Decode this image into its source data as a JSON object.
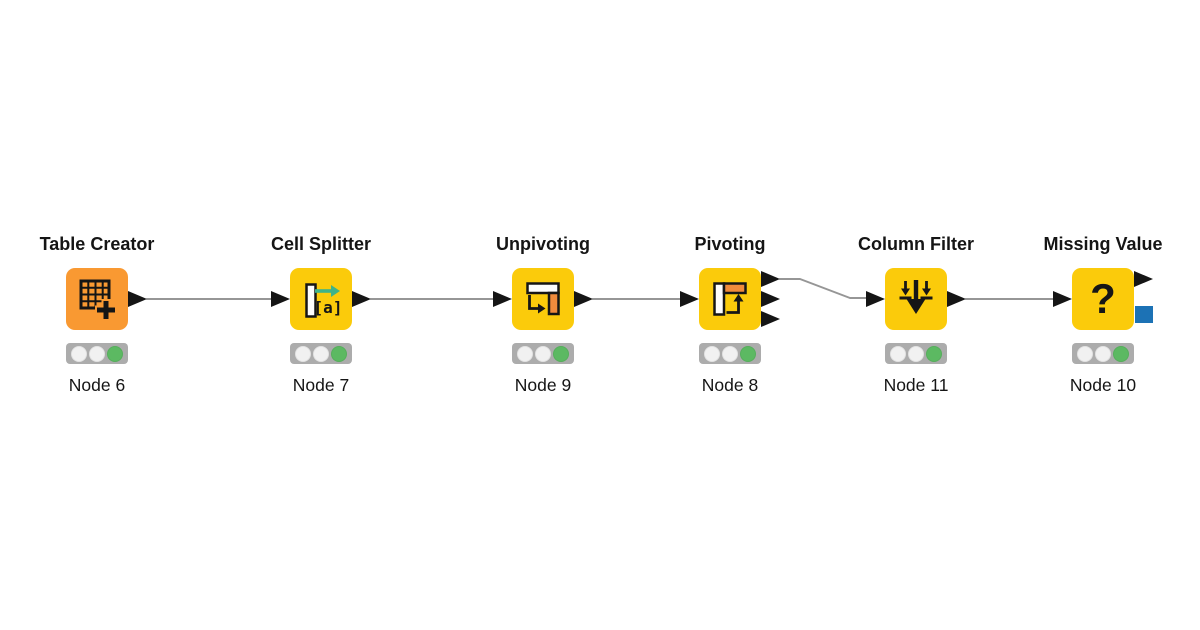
{
  "workflow": {
    "nodes": [
      {
        "title": "Table Creator",
        "name": "Node 6",
        "type": "Table Creator",
        "status": "executed",
        "lights": [
          "idle",
          "idle",
          "green"
        ],
        "node_color": "#F99932",
        "inputs": 0,
        "outputs": 1
      },
      {
        "title": "Cell Splitter",
        "name": "Node 7",
        "type": "Cell Splitter",
        "status": "executed",
        "lights": [
          "idle",
          "idle",
          "green"
        ],
        "node_color": "#FBCB0B",
        "inputs": 1,
        "outputs": 1,
        "icon_text": "[a]"
      },
      {
        "title": "Unpivoting",
        "name": "Node 9",
        "type": "Unpivoting",
        "status": "executed",
        "lights": [
          "idle",
          "idle",
          "green"
        ],
        "node_color": "#FBCB0B",
        "inputs": 1,
        "outputs": 1
      },
      {
        "title": "Pivoting",
        "name": "Node 8",
        "type": "Pivoting",
        "status": "executed",
        "lights": [
          "idle",
          "idle",
          "green"
        ],
        "node_color": "#FBCB0B",
        "inputs": 1,
        "outputs": 3
      },
      {
        "title": "Column Filter",
        "name": "Node 11",
        "type": "Column Filter",
        "status": "executed",
        "lights": [
          "idle",
          "idle",
          "green"
        ],
        "node_color": "#FBCB0B",
        "inputs": 1,
        "outputs": 1
      },
      {
        "title": "Missing Value",
        "name": "Node 10",
        "type": "Missing Value",
        "status": "executed",
        "lights": [
          "idle",
          "idle",
          "green"
        ],
        "node_color": "#FBCB0B",
        "inputs": 1,
        "outputs": 2,
        "output_port_types": [
          "data",
          "pmml"
        ],
        "icon_text": "?"
      }
    ],
    "connections": [
      {
        "from": "Node 6",
        "from_port": 1,
        "to": "Node 7",
        "to_port": 1
      },
      {
        "from": "Node 7",
        "from_port": 1,
        "to": "Node 9",
        "to_port": 1
      },
      {
        "from": "Node 9",
        "from_port": 1,
        "to": "Node 8",
        "to_port": 1
      },
      {
        "from": "Node 8",
        "from_port": 1,
        "to": "Node 11",
        "to_port": 1
      },
      {
        "from": "Node 11",
        "from_port": 1,
        "to": "Node 10",
        "to_port": 1
      }
    ],
    "colors": {
      "node_yellow": "#FBCB0B",
      "node_orange": "#F99932",
      "status_green": "#5CB962",
      "status_idle": "#F1F1F1",
      "traffic_bar": "#ACACAC",
      "connection": "#969696",
      "port_black": "#151515",
      "port_blue": "#1C72B5",
      "icon_orange": "#F08B3C",
      "icon_teal": "#3FB389"
    }
  }
}
